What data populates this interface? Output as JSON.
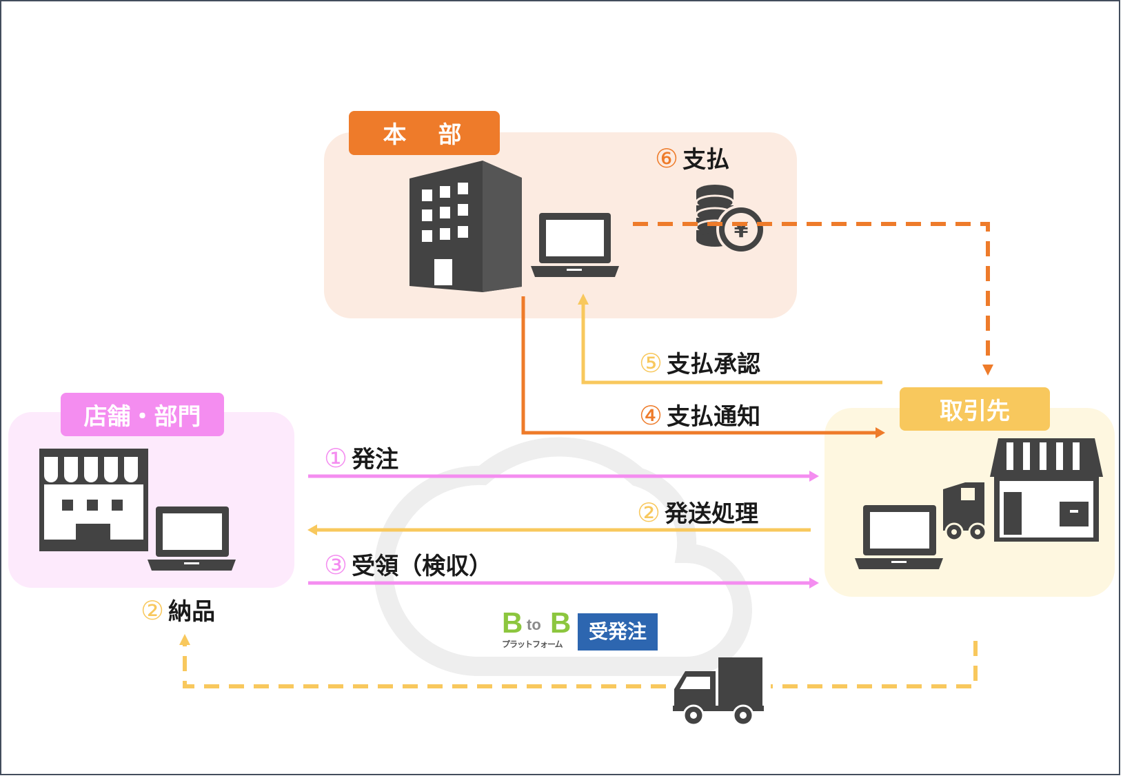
{
  "colors": {
    "hq": "#ee7b2a",
    "hq_bg": "#fcebe1",
    "store": "#f48df0",
    "store_bg": "#fdeafc",
    "supplier": "#f8c85d",
    "supplier_bg": "#fef7e0",
    "icon": "#434343",
    "btob_green": "#8cc63e",
    "btob_blue": "#2d66b0"
  },
  "nodes": {
    "hq": {
      "tag": "本　部",
      "icons": [
        "building-icon",
        "laptop-icon"
      ]
    },
    "store": {
      "tag": "店舗・部門",
      "icons": [
        "shop-icon",
        "laptop-icon"
      ]
    },
    "supplier": {
      "tag": "取引先",
      "icons": [
        "laptop-icon",
        "truck-icon",
        "shop-icon"
      ]
    }
  },
  "flows": [
    {
      "num": "①",
      "text": "発注",
      "from": "store",
      "to": "supplier",
      "color": "store"
    },
    {
      "num": "②",
      "text": "発送処理",
      "from": "supplier",
      "to": "store",
      "color": "supplier"
    },
    {
      "num": "②",
      "text": "納品",
      "from": "supplier",
      "to": "store",
      "color": "supplier",
      "style": "dashed"
    },
    {
      "num": "③",
      "text": "受領（検収）",
      "from": "store",
      "to": "supplier",
      "color": "store"
    },
    {
      "num": "④",
      "text": "支払通知",
      "from": "hq",
      "to": "supplier",
      "color": "hq"
    },
    {
      "num": "⑤",
      "text": "支払承認",
      "from": "supplier",
      "to": "hq",
      "color": "supplier"
    },
    {
      "num": "⑥",
      "text": "支払",
      "from": "hq",
      "to": "supplier",
      "color": "hq",
      "style": "dashed"
    }
  ],
  "platform": {
    "logo_b1": "B",
    "logo_to": "to",
    "logo_b2": "B",
    "logo_sub": "プラットフォーム",
    "badge": "受発注",
    "icon": "cloud-icon"
  },
  "payment_icon": "yen-coins-icon"
}
